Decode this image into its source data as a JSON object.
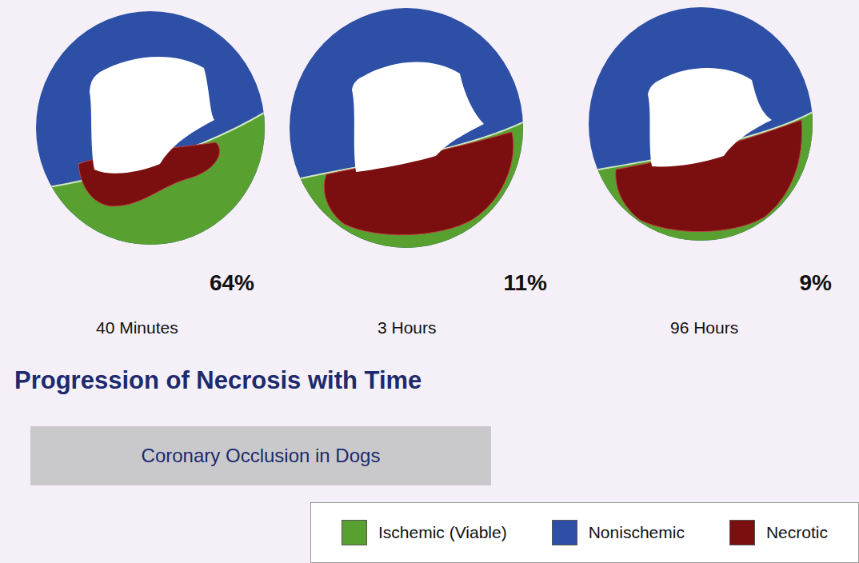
{
  "diagram": {
    "title": "Progression of Necrosis with Time",
    "nodes": [
      {
        "text": [
          "Coronary Occlusion in Dogs"
        ]
      }
    ],
    "labels": [
      "64%",
      "40 Minutes",
      "11%",
      "3 Hours",
      "9%",
      "96 Hours"
    ],
    "legend": [
      {
        "text": "Ischemic (Viable)",
        "color": "#58a030"
      },
      {
        "text": "Nonischemic",
        "color": "#2d4fa6"
      },
      {
        "text": "Necrotic",
        "color": "#7b0f0f"
      }
    ]
  }
}
